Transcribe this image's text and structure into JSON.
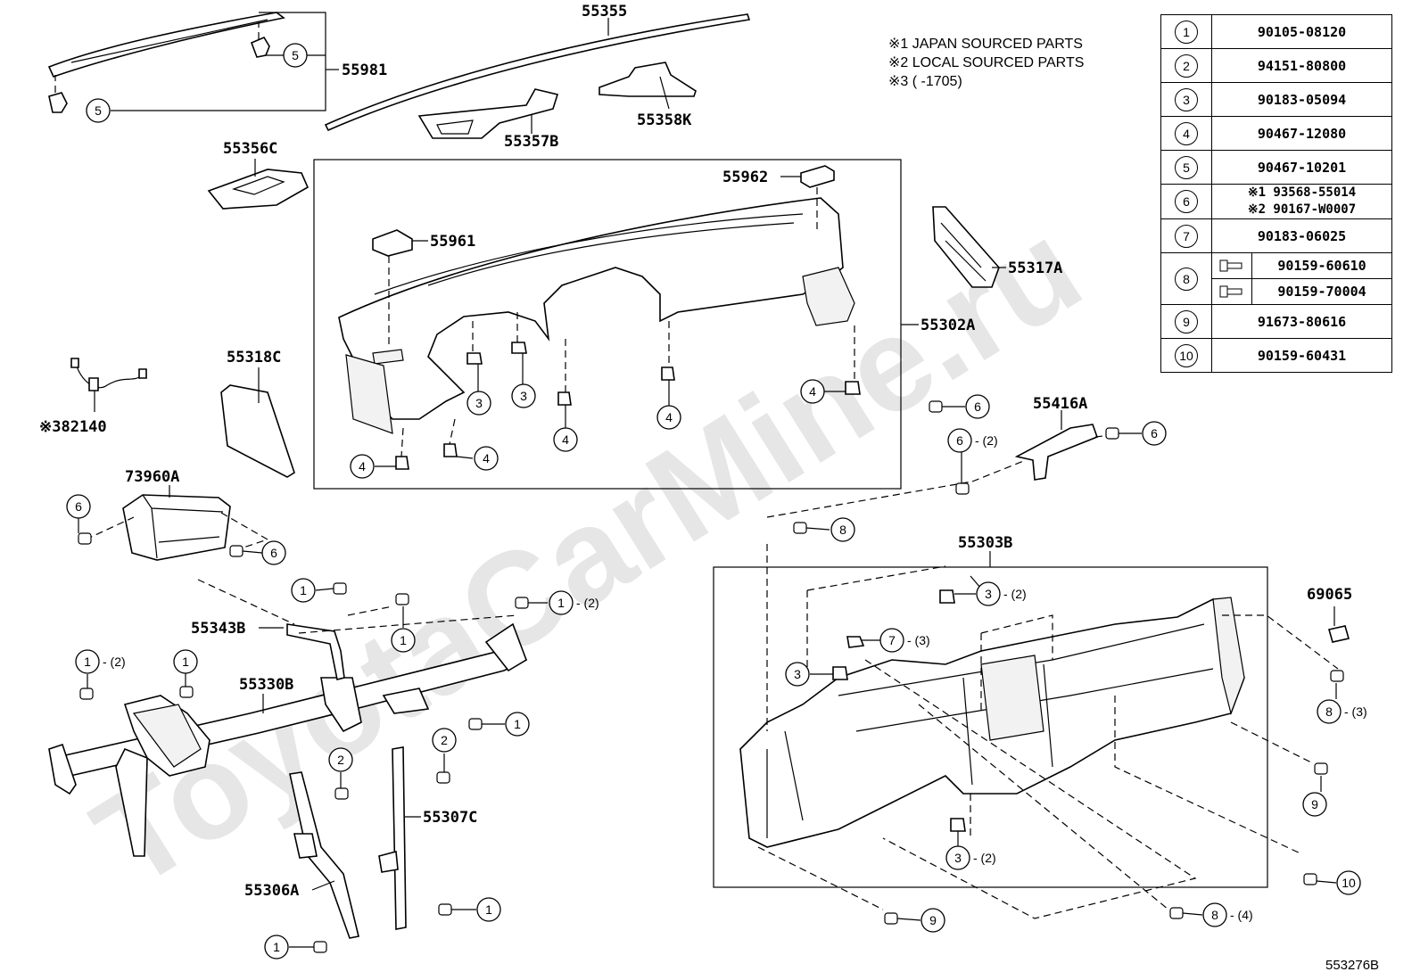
{
  "watermark": "ToyotaCarMine.ru",
  "notes": [
    "※1 JAPAN SOURCED PARTS",
    "※2 LOCAL SOURCED PARTS",
    "※3 (      -1705)"
  ],
  "diagram_code": "553276B",
  "parts": {
    "p55355": "55355",
    "p55981": "55981",
    "p55357B": "55357B",
    "p55358K": "55358K",
    "p55356C": "55356C",
    "p55962": "55962",
    "p55961": "55961",
    "p55317A": "55317A",
    "p55302A": "55302A",
    "p55318C": "55318C",
    "p82140": "※382140",
    "p73960A": "73960A",
    "p55416A": "55416A",
    "p55303B": "55303B",
    "p69065": "69065",
    "p55343B": "55343B",
    "p55330B": "55330B",
    "p55307C": "55307C",
    "p55306A": "55306A"
  },
  "quantities": {
    "q2": "- (2)",
    "q3": "- (3)",
    "q4": "- (4)"
  },
  "legend": [
    {
      "ref": "1",
      "part": "90105-08120"
    },
    {
      "ref": "2",
      "part": "94151-80800"
    },
    {
      "ref": "3",
      "part": "90183-05094"
    },
    {
      "ref": "4",
      "part": "90467-12080"
    },
    {
      "ref": "5",
      "part": "90467-10201"
    },
    {
      "ref": "6",
      "part_line1": "※1 93568-55014",
      "part_line2": "※2 90167-W0007"
    },
    {
      "ref": "7",
      "part": "90183-06025"
    },
    {
      "ref": "8",
      "part_line1": "90159-60610",
      "part_line2": "90159-70004"
    },
    {
      "ref": "9",
      "part": "91673-80616"
    },
    {
      "ref": "10",
      "part": "90159-60431"
    }
  ],
  "callouts": {
    "c1": "1",
    "c2": "2",
    "c3": "3",
    "c4": "4",
    "c5": "5",
    "c6": "6",
    "c7": "7",
    "c8": "8",
    "c9": "9",
    "c10": "10"
  }
}
